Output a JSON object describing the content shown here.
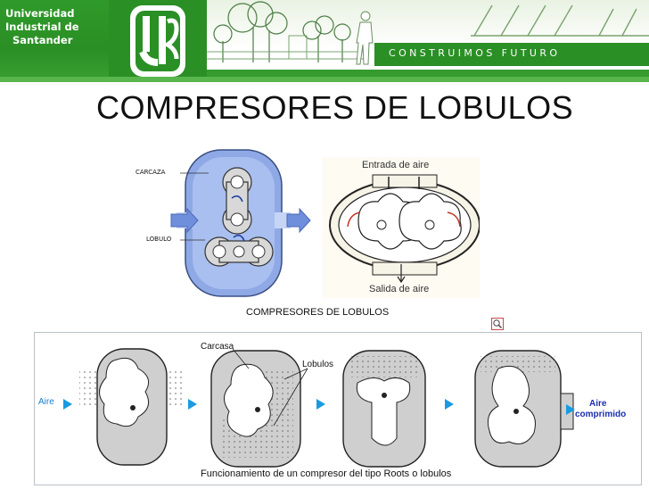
{
  "header": {
    "university": [
      "Universidad",
      "Industrial de",
      "Santander"
    ],
    "motto": "CONSTRUIMOS FUTURO",
    "logo_icon": "uis-logo-icon"
  },
  "slide": {
    "title": "COMPRESORES DE LOBULOS"
  },
  "top_figure_left": {
    "label_carcaza": "CARCAZA",
    "label_lobulo": "LOBULO",
    "caption": "COMPRESORES DE LOBULOS"
  },
  "top_figure_right": {
    "label_entrada": "Entrada de aire",
    "label_salida": "Salida de aire"
  },
  "bottom_figure": {
    "label_carcasa": "Carcasa",
    "label_lobulos": "Lobulos",
    "label_aire": "Aire",
    "label_aire_comprimido_1": "Aire",
    "label_aire_comprimido_2": "comprimido",
    "caption": "Funcionamiento de un compresor del tipo Roots o lobulos"
  },
  "colors": {
    "banner_green": "#2a8f25",
    "arrow_blue": "#1a9be0",
    "diagram_blue": "#6f8fdc"
  }
}
